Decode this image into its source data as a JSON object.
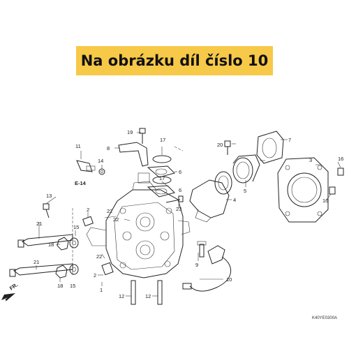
{
  "banner": {
    "text": "Na obrázku díl číslo 10"
  },
  "section_ref": "E-14",
  "front_label": "FR.",
  "diagram_code": "K40YE0300A",
  "callouts": [
    "1",
    "2",
    "2",
    "3",
    "4",
    "5",
    "6",
    "6",
    "7",
    "8",
    "10",
    "11",
    "12",
    "12",
    "13",
    "14",
    "15",
    "15",
    "16",
    "16",
    "17",
    "17",
    "18",
    "18",
    "19",
    "20",
    "21",
    "21",
    "22",
    "22",
    "22",
    "23",
    "9"
  ]
}
